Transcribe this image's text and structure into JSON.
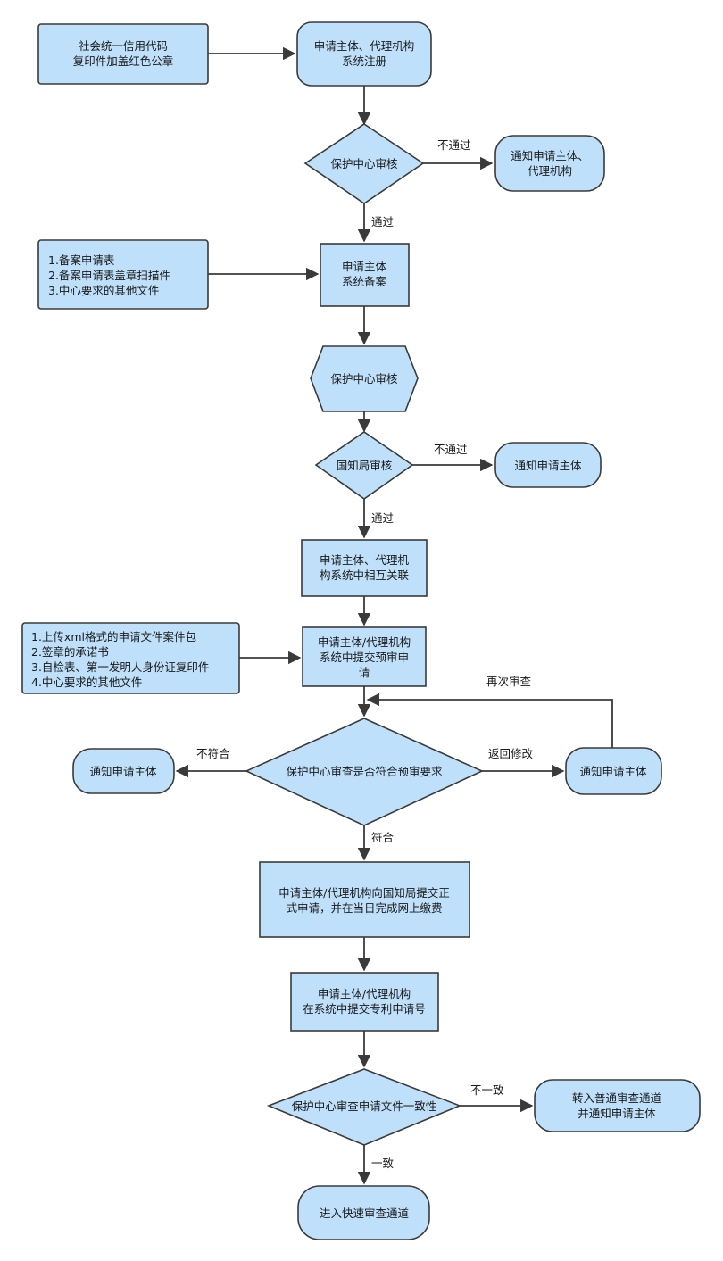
{
  "nodes": {
    "credit_code_copy": [
      "社会统一信用代码",
      "复印件加盖红色公章"
    ],
    "register": [
      "申请主体、代理机构",
      "系统注册"
    ],
    "center_review_1": [
      "保护中心审核"
    ],
    "notify_applicant_agency": [
      "通知申请主体、",
      "代理机构"
    ],
    "filing_docs": [
      "1.备案申请表",
      "2.备案申请表盖章扫描件",
      "3.中心要求的其他文件"
    ],
    "system_filing": [
      "申请主体",
      "系统备案"
    ],
    "center_review_2": [
      "保护中心审核"
    ],
    "cnipa_review": [
      "国知局审核"
    ],
    "notify_applicant_1": [
      "通知申请主体"
    ],
    "mutual_link": [
      "申请主体、代理机",
      "构系统中相互关联"
    ],
    "pre_exam_docs": [
      "1.上传xml格式的申请文件案件包",
      "2.签章的承诺书",
      "3.自检表、第一发明人身份证复印件",
      "4.中心要求的其他文件"
    ],
    "submit_pre_exam": [
      "申请主体/代理机构",
      "系统中提交预审申",
      "请"
    ],
    "pre_exam_check": [
      "保护中心审查是否符合预审要求"
    ],
    "notify_applicant_2": [
      "通知申请主体"
    ],
    "notify_applicant_3": [
      "通知申请主体"
    ],
    "formal_application": [
      "申请主体/代理机构向国知局提交正",
      "式申请，并在当日完成网上缴费"
    ],
    "submit_app_number": [
      "申请主体/代理机构",
      "在系统中提交专利申请号"
    ],
    "consistency_check": [
      "保护中心审查申请文件一致性"
    ],
    "normal_channel": [
      "转入普通审查通道",
      "并通知申请主体"
    ],
    "fast_channel": [
      "进入快速审查通道"
    ]
  },
  "edge_labels": {
    "not_pass_1": "不通过",
    "pass_1": "通过",
    "not_pass_2": "不通过",
    "pass_2": "通过",
    "re_review": "再次审查",
    "not_conform": "不符合",
    "return_modify": "返回修改",
    "conform": "符合",
    "inconsistent": "不一致",
    "consistent": "一致"
  },
  "colors": {
    "node_fill": "#bfe0fb",
    "stroke": "#3a3a3a"
  }
}
